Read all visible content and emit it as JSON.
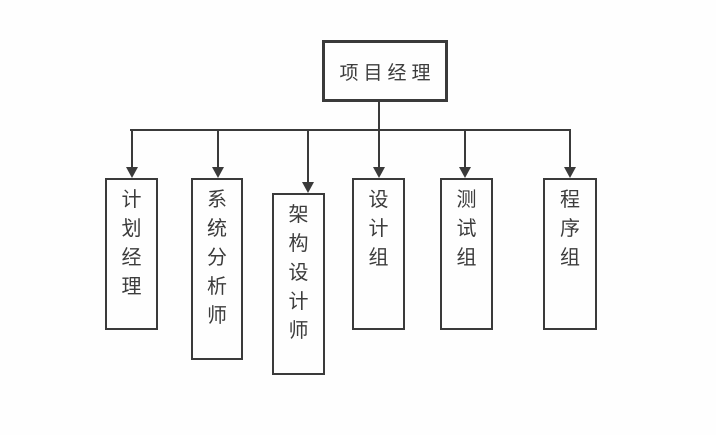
{
  "diagram": {
    "title": "project-team-org-chart",
    "root": {
      "label": "项目经理"
    },
    "children": [
      {
        "label": "计划经理"
      },
      {
        "label": "系统分析师"
      },
      {
        "label": "架构设计师"
      },
      {
        "label": "设计组"
      },
      {
        "label": "测试组"
      },
      {
        "label": "程序组"
      }
    ],
    "colors": {
      "line": "#3a3a3a",
      "text": "#3c3c3c",
      "background": "#fefefe"
    }
  }
}
